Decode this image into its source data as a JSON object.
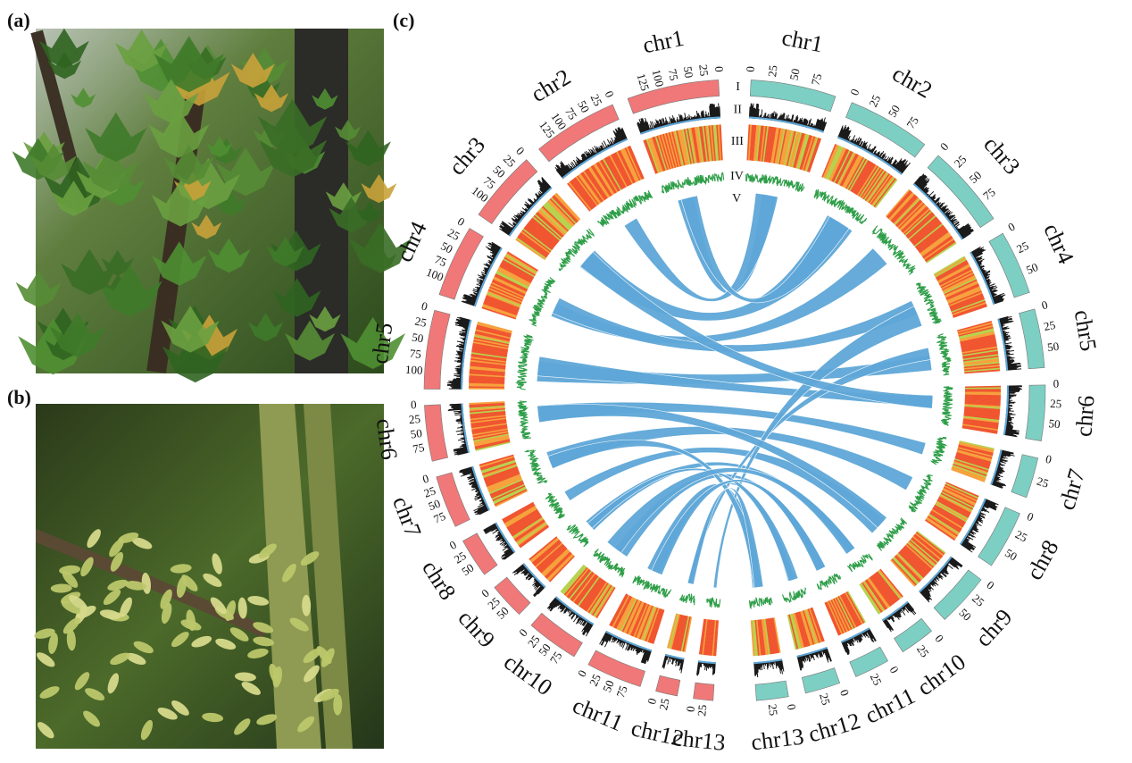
{
  "panels": {
    "a": "(a)",
    "b": "(b)",
    "c": "(c)"
  },
  "track_labels": [
    "I",
    "II",
    "III",
    "IV",
    "V"
  ],
  "colors": {
    "left_genome": "#f07878",
    "right_genome": "#7dcfc3",
    "synteny": "#5ea7d8",
    "density_line": "#2e9e48",
    "histogram": "#1a1a1a",
    "heat_hot": "#f0552f",
    "heat_warm": "#f6a13c",
    "heat_cool": "#b7d24e"
  },
  "right_chromosomes": [
    {
      "name": "chr1",
      "ticks": [
        "0",
        "25",
        "50",
        "75"
      ]
    },
    {
      "name": "chr2",
      "ticks": [
        "0",
        "25",
        "50",
        "75"
      ]
    },
    {
      "name": "chr3",
      "ticks": [
        "0",
        "25",
        "50",
        "75"
      ]
    },
    {
      "name": "chr4",
      "ticks": [
        "0",
        "25",
        "50"
      ]
    },
    {
      "name": "chr5",
      "ticks": [
        "0",
        "25",
        "50"
      ]
    },
    {
      "name": "chr6",
      "ticks": [
        "0",
        "25",
        "50"
      ]
    },
    {
      "name": "chr7",
      "ticks": [
        "0",
        "25"
      ]
    },
    {
      "name": "chr8",
      "ticks": [
        "0",
        "25",
        "50"
      ]
    },
    {
      "name": "chr9",
      "ticks": [
        "0",
        "25",
        "50"
      ]
    },
    {
      "name": "chr10",
      "ticks": [
        "0",
        "25"
      ]
    },
    {
      "name": "chr11",
      "ticks": [
        "0",
        "25"
      ]
    },
    {
      "name": "chr12",
      "ticks": [
        "0",
        "25"
      ]
    },
    {
      "name": "chr13",
      "ticks": [
        "0",
        "25"
      ]
    }
  ],
  "left_chromosomes": [
    {
      "name": "chr13",
      "ticks": [
        "0",
        "25"
      ]
    },
    {
      "name": "chr12",
      "ticks": [
        "0",
        "25"
      ]
    },
    {
      "name": "chr11",
      "ticks": [
        "0",
        "25",
        "50",
        "75"
      ]
    },
    {
      "name": "chr10",
      "ticks": [
        "0",
        "25",
        "50",
        "75"
      ]
    },
    {
      "name": "chr9",
      "ticks": [
        "0",
        "25",
        "50"
      ]
    },
    {
      "name": "chr8",
      "ticks": [
        "0",
        "25",
        "50"
      ]
    },
    {
      "name": "chr7",
      "ticks": [
        "0",
        "25",
        "50",
        "75"
      ]
    },
    {
      "name": "chr6",
      "ticks": [
        "0",
        "25",
        "50",
        "75"
      ]
    },
    {
      "name": "chr5",
      "ticks": [
        "0",
        "25",
        "50",
        "75",
        "100"
      ]
    },
    {
      "name": "chr4",
      "ticks": [
        "0",
        "25",
        "50",
        "75",
        "100"
      ]
    },
    {
      "name": "chr3",
      "ticks": [
        "0",
        "25",
        "50",
        "75",
        "100"
      ]
    },
    {
      "name": "chr2",
      "ticks": [
        "0",
        "25",
        "50",
        "75",
        "100",
        "125"
      ]
    },
    {
      "name": "chr1",
      "ticks": [
        "0",
        "25",
        "50",
        "75",
        "100",
        "125"
      ]
    }
  ]
}
